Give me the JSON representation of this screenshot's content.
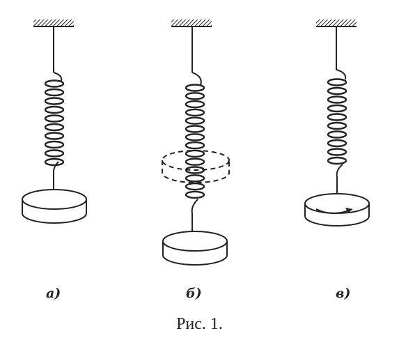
{
  "figure": {
    "panels": [
      {
        "label": "а)"
      },
      {
        "label": "б)"
      },
      {
        "label": "в)"
      }
    ],
    "caption": "Рис. 1."
  },
  "colors": {
    "ink": "#222222",
    "paper": "#ffffff"
  }
}
